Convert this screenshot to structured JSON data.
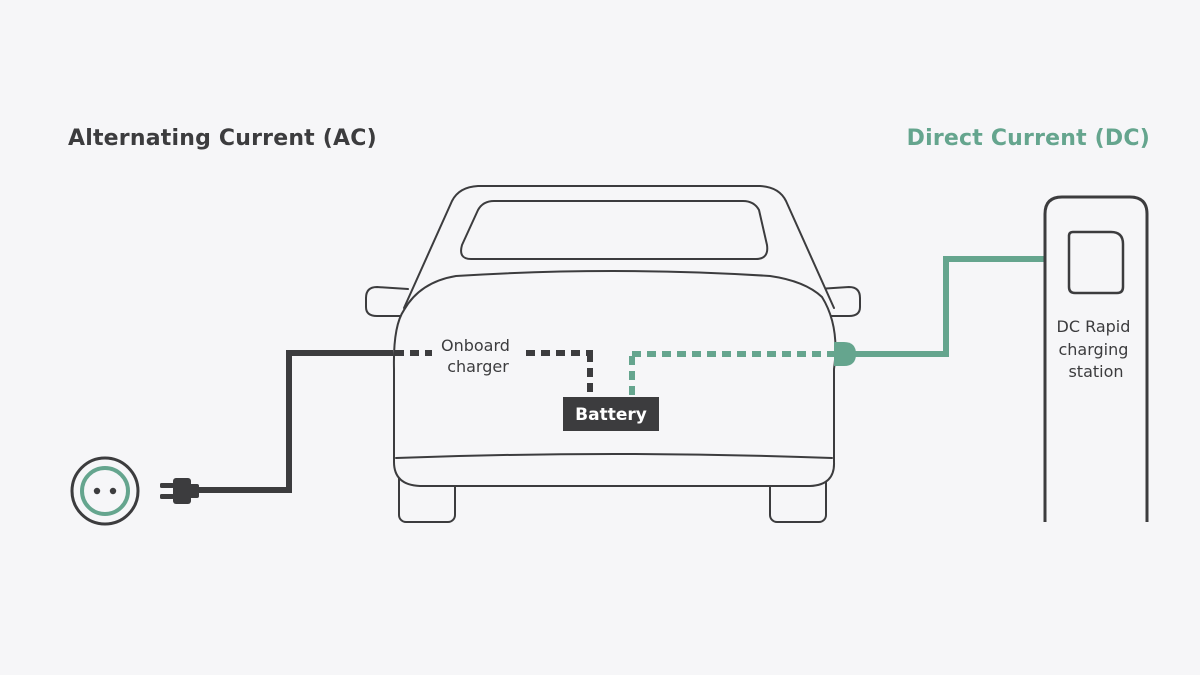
{
  "headings": {
    "ac": "Alternating Current (AC)",
    "dc": "Direct Current (DC)"
  },
  "labels": {
    "onboard_charger": [
      "Onboard",
      "charger"
    ],
    "battery": "Battery",
    "dc_station": [
      "DC Rapid",
      "charging",
      "station"
    ]
  },
  "colors": {
    "background": "#f6f6f8",
    "ac_line": "#3c3c3e",
    "dc_line": "#65a58e",
    "outline": "#3c3c3e",
    "battery_box": "#3c3c3e"
  },
  "icons": [
    "wall-socket-icon",
    "ac-plug-icon",
    "dc-connector-icon",
    "station-screen-icon"
  ]
}
